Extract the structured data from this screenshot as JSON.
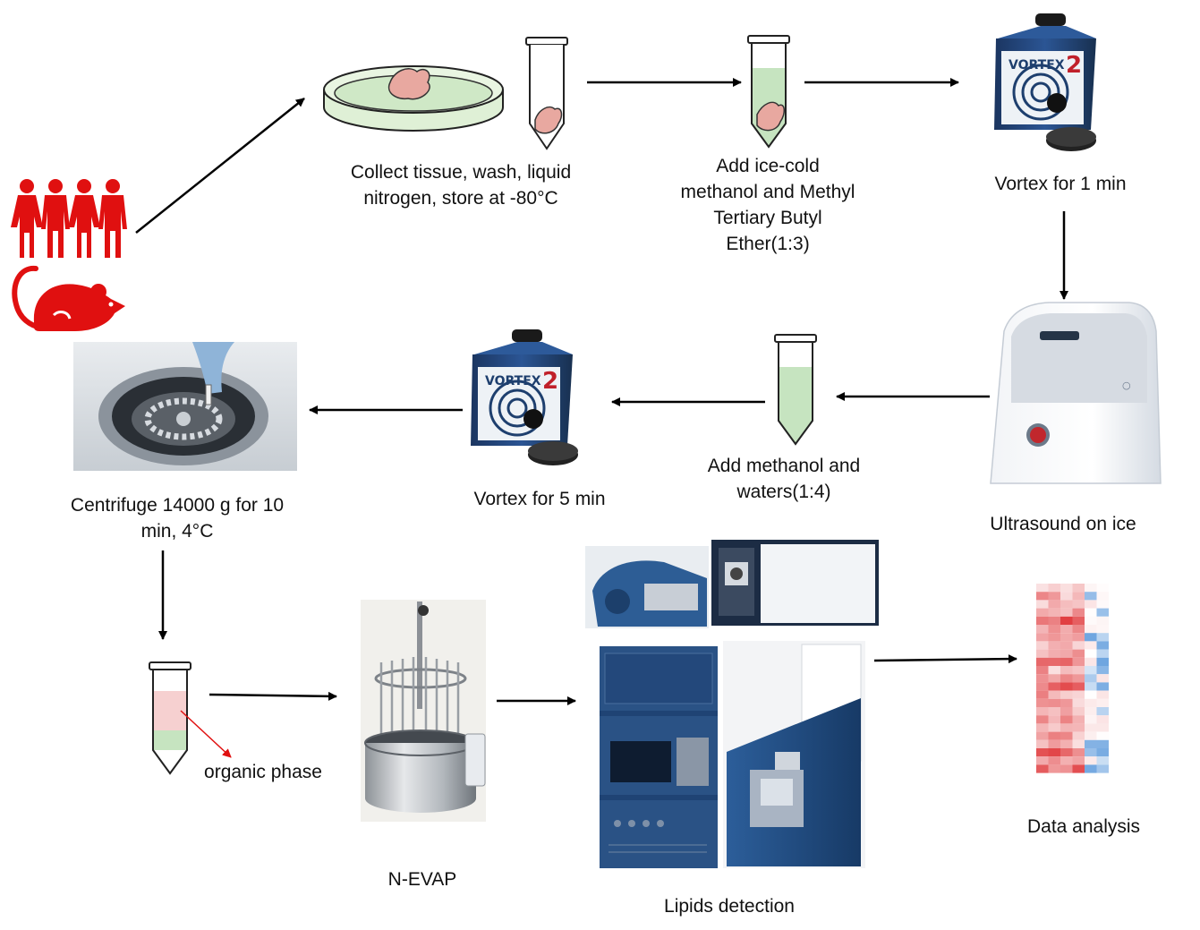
{
  "steps": {
    "collect": {
      "line1": "Collect tissue, wash, liquid",
      "line2": "nitrogen, store at -80°C"
    },
    "add_mtbe": {
      "line1": "Add ice-cold",
      "line2": "methanol and Methyl",
      "line3": "Tertiary Butyl",
      "line4": "Ether(1:3)"
    },
    "vortex1": {
      "line1": "Vortex for 1 min"
    },
    "ultrasound": {
      "line1": "Ultrasound on ice"
    },
    "add_water": {
      "line1": "Add methanol and",
      "line2": "waters(1:4)"
    },
    "vortex5": {
      "line1": "Vortex for 5 min"
    },
    "centrifuge": {
      "line1": "Centrifuge 14000 g for 10",
      "line2": "min, 4°C"
    },
    "organic": {
      "line1": "organic phase"
    },
    "nevap": {
      "line1": "N-EVAP"
    },
    "lipids": {
      "line1": "Lipids detection"
    },
    "analysis": {
      "line1": "Data analysis"
    }
  },
  "vortex_brand": "VORTEX",
  "vortex_model": "2",
  "colors": {
    "subject_red": "#e01010",
    "arrow": "#000000",
    "liquid_green": "#c6e4c0",
    "liquid_pink": "#f6d0d0",
    "tissue_pink": "#e8a8a0",
    "instrument_blue": "#1e3f6e",
    "heat_red": "#e0393c",
    "heat_blue": "#4b8fd8"
  }
}
